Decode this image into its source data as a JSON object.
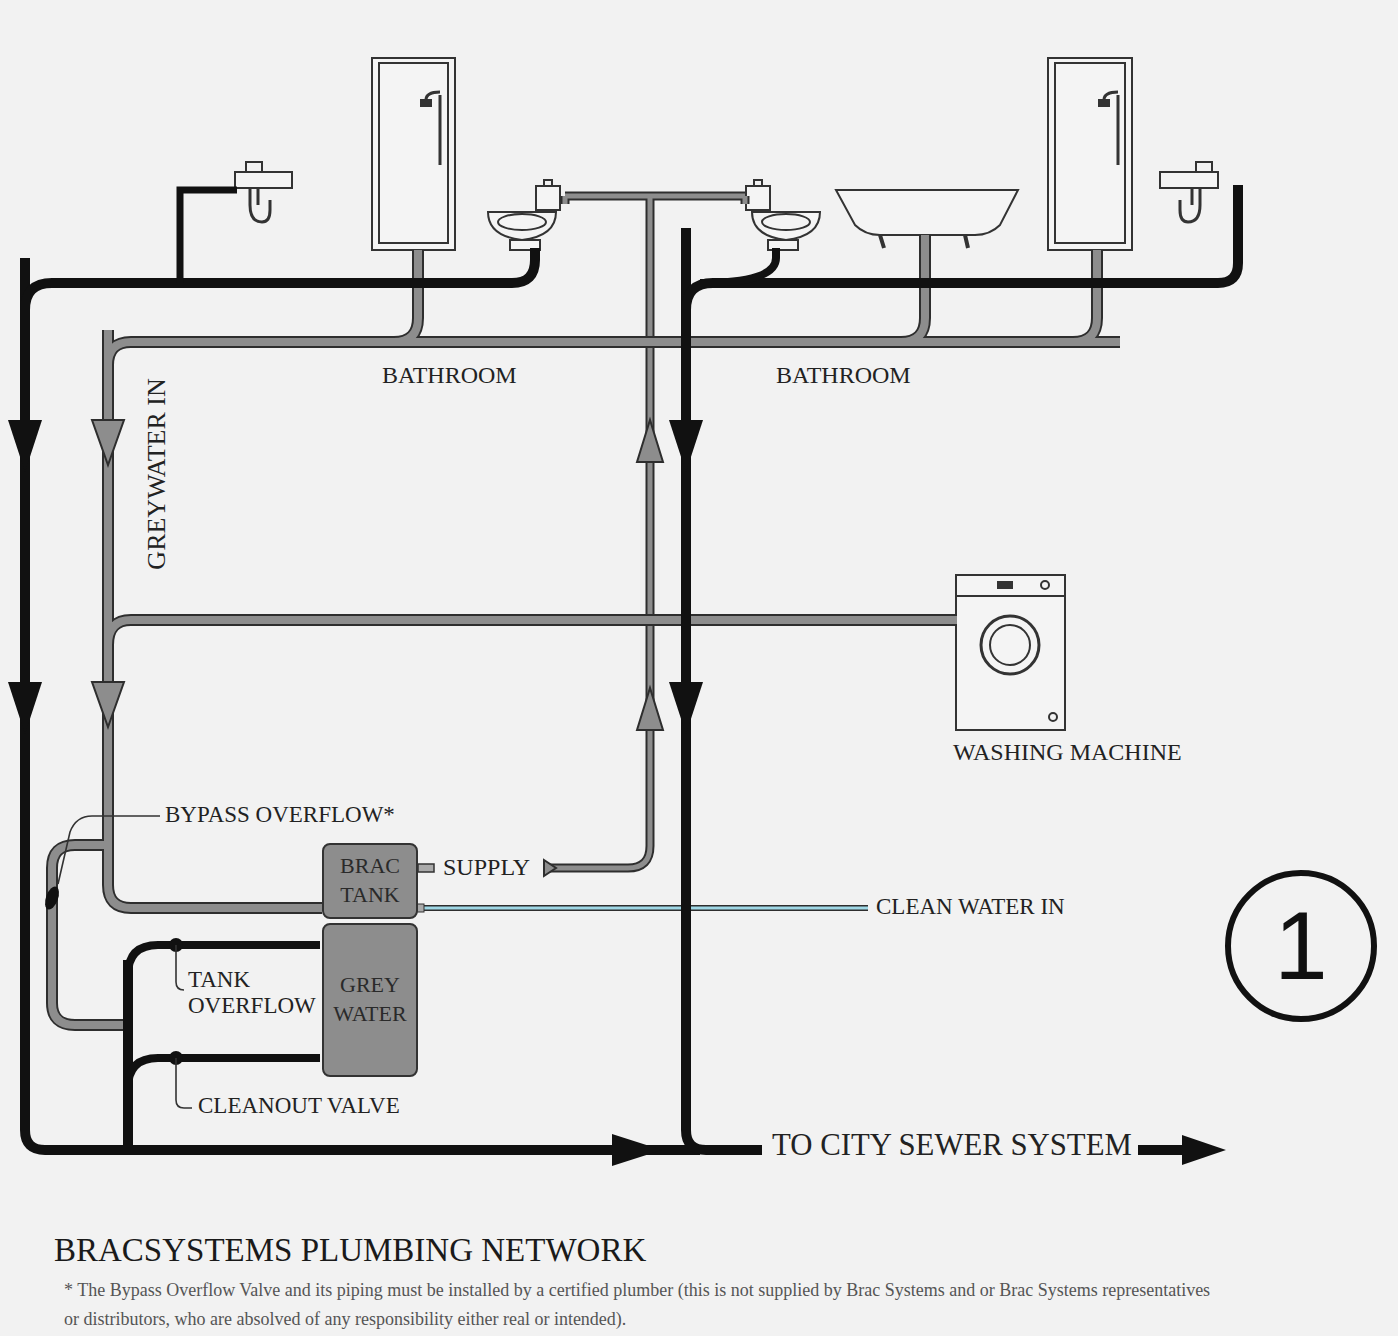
{
  "diagram": {
    "title": "BRACSYSTEMS PLUMBING NETWORK",
    "caption": "* The Bypass Overflow Valve and its piping must be installed by a certified plumber (this is not supplied by Brac Systems and or Brac Systems representatives or distributors, who are absolved of any responsibility either real or intended).",
    "nodes": [
      {
        "text": [
          "BRAC TANK"
        ]
      },
      {
        "text": [
          "GREY WATER"
        ]
      },
      {
        "text": [
          "1"
        ]
      }
    ],
    "labels": [
      "BATHROOM",
      "BATHROOM",
      "GREYWATER IN",
      "WASHING MACHINE",
      "BYPASS OVERFLOW*",
      "SUPPLY",
      "CLEAN WATER IN",
      "TANK OVERFLOW",
      "CLEANOUT VALVE",
      "TO CITY SEWER SYSTEM"
    ]
  }
}
